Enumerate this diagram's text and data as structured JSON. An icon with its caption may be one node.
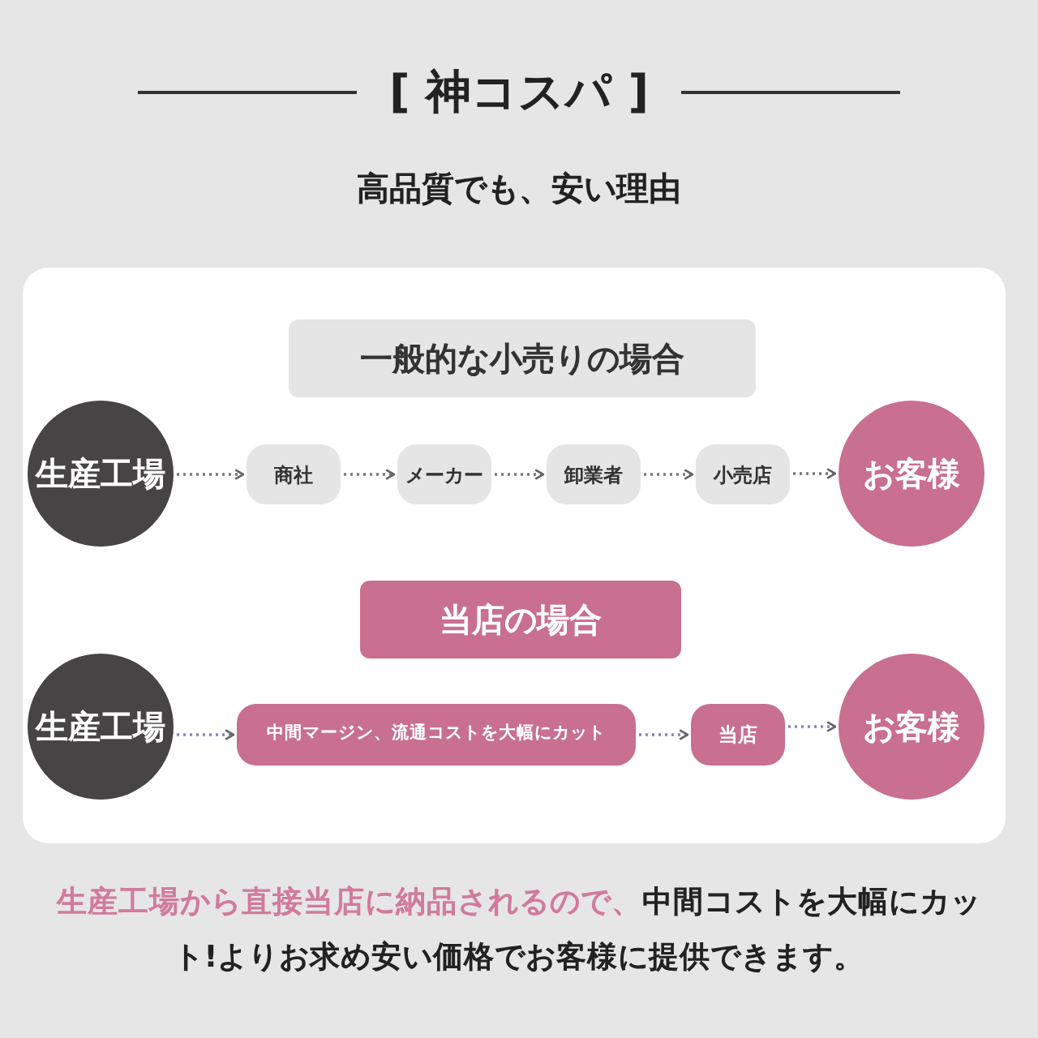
{
  "diagram": {
    "title": "[ 神コスパ ]",
    "caption": "高品質でも、安い理由",
    "nodes": [
      {
        "text": [],
        "shape": "box"
      },
      {
        "text": [
          "一般的な小売りの場合"
        ],
        "in": 0
      },
      {
        "text": [
          "生産工場"
        ],
        "in": 0
      },
      {
        "text": [
          "商社"
        ],
        "in": 0
      },
      {
        "text": [
          "メーカー"
        ],
        "in": 0
      },
      {
        "text": [
          "卸業者"
        ],
        "in": 0
      },
      {
        "text": [
          "小売店"
        ],
        "in": 0
      },
      {
        "text": [
          "お客様"
        ],
        "in": 0
      },
      {
        "text": [
          "当店の場合"
        ],
        "in": 0
      },
      {
        "text": [
          "生産工場"
        ],
        "in": 0
      },
      {
        "text": [
          "中間マージン、流通コストを大幅にカット"
        ],
        "in": 0
      },
      {
        "text": [
          "当店"
        ],
        "in": 0
      },
      {
        "text": [
          "お客様"
        ],
        "in": 0
      }
    ],
    "edges": [
      {
        "from": 2,
        "to": 3,
        "arrow": "to"
      },
      {
        "from": 3,
        "to": 4,
        "arrow": "to"
      },
      {
        "from": 4,
        "to": 5,
        "arrow": "to"
      },
      {
        "from": 5,
        "to": 6,
        "arrow": "to"
      },
      {
        "from": 6,
        "to": 7,
        "arrow": "to"
      },
      {
        "from": 9,
        "to": 10,
        "arrow": "to",
        "color": "#8185c8"
      },
      {
        "from": 10,
        "to": 11,
        "arrow": "to",
        "color": "#8185c8"
      },
      {
        "from": 11,
        "to": 12,
        "arrow": "to",
        "color": "#8185c8"
      }
    ],
    "labels": [
      "生産工場から直接当店に納品されるので、",
      "中間コストを大幅にカット!よりお求め安い価格でお客様に提供できます。"
    ]
  }
}
